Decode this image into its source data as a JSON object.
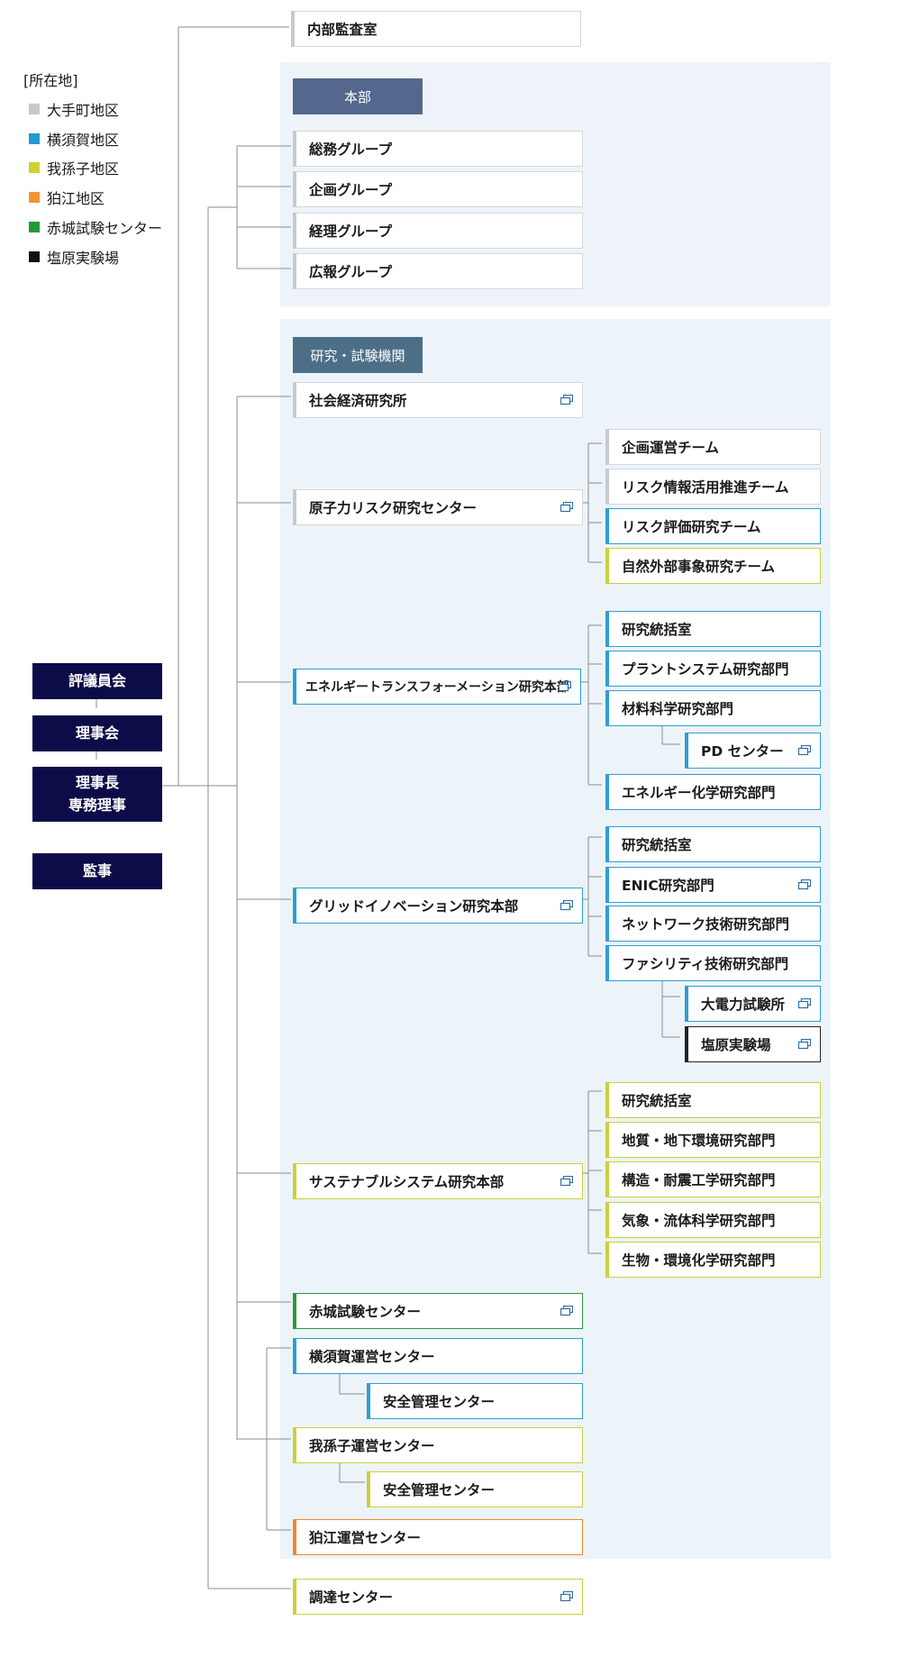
{
  "legend": {
    "title": "[所在地]",
    "items": [
      {
        "label": "大手町地区",
        "color": "#c7c9cc"
      },
      {
        "label": "横須賀地区",
        "color": "#1f9ad2"
      },
      {
        "label": "我孫子地区",
        "color": "#cdd231"
      },
      {
        "label": "狛江地区",
        "color": "#f39331"
      },
      {
        "label": "赤城試験センター",
        "color": "#1f9a37"
      },
      {
        "label": "塩原実験場",
        "color": "#111111"
      }
    ]
  },
  "executives": {
    "council": "評議員会",
    "board": "理事会",
    "chair_line1": "理事長",
    "chair_line2": "専務理事",
    "auditor": "監事"
  },
  "audit_office": "内部監査室",
  "headquarters": {
    "header": "本部",
    "groups": [
      "総務グループ",
      "企画グループ",
      "経理グループ",
      "広報グループ"
    ]
  },
  "research": {
    "header": "研究・試験機関",
    "socio_economic": "社会経済研究所",
    "nuclear": {
      "name": "原子力リスク研究センター",
      "teams": [
        "企画運営チーム",
        "リスク情報活用推進チーム",
        "リスク評価研究チーム",
        "自然外部事象研究チーム"
      ]
    },
    "energy": {
      "name": "エネルギートランスフォーメーション研究本部",
      "units": [
        "研究統括室",
        "プラントシステム研究部門",
        "材料科学研究部門",
        "エネルギー化学研究部門"
      ],
      "pd_center": "PD センター"
    },
    "grid": {
      "name": "グリッドイノベーション研究本部",
      "units": [
        "研究統括室",
        "ENIC研究部門",
        "ネットワーク技術研究部門",
        "ファシリティ技術研究部門"
      ],
      "sub_units": [
        "大電力試験所",
        "塩原実験場"
      ]
    },
    "sustainable": {
      "name": "サステナブルシステム研究本部",
      "units": [
        "研究統括室",
        "地質・地下環境研究部門",
        "構造・耐震工学研究部門",
        "気象・流体科学研究部門",
        "生物・環境化学研究部門"
      ]
    },
    "akagi": "赤城試験センター",
    "yokosuka": {
      "name": "横須賀運営センター",
      "safety": "安全管理センター"
    },
    "abiko": {
      "name": "我孫子運営センター",
      "safety": "安全管理センター"
    },
    "komae": "狛江運営センター"
  },
  "procurement": "調達センター"
}
